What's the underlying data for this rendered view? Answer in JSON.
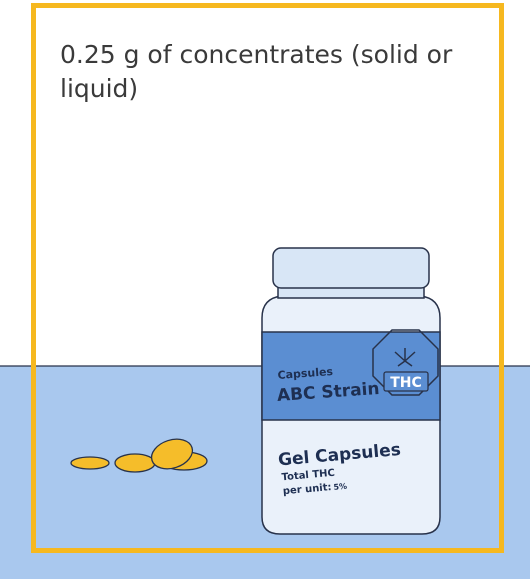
{
  "caption": "0.25 g of concentrates (solid or liquid)",
  "colors": {
    "frame": "#f6b81f",
    "table": "#a9c8ee",
    "label_band": "#5b8ed2",
    "bottle_body": "#eaf1fa",
    "bottle_cap": "#d8e6f6",
    "capsule": "#f5bd2a",
    "outline": "#28324a"
  },
  "bottle": {
    "top_label": "Capsules",
    "strain": "ABC Strain",
    "symbol_text": "THC",
    "product": "Gel Capsules",
    "detail_line1": "Total THC",
    "detail_line2": "per unit:",
    "detail_value": "5%"
  },
  "icons": [
    "cannabis-thc-symbol-icon"
  ]
}
